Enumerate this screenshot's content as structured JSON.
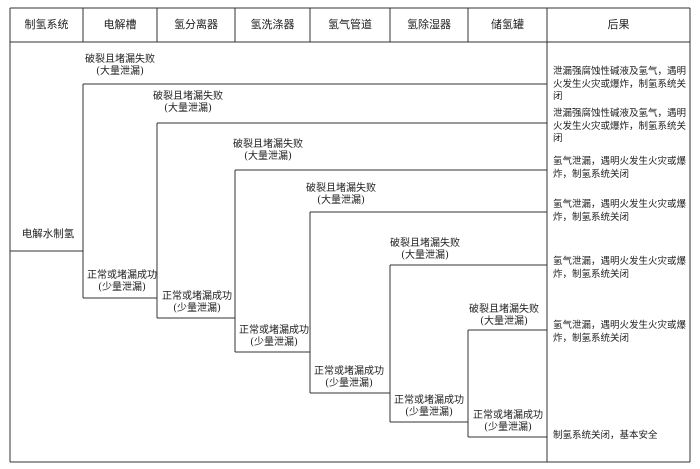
{
  "headers": [
    "制氢系统",
    "电解槽",
    "氢分离器",
    "氢洗涤器",
    "氢气管道",
    "氢除湿器",
    "储氢罐",
    "后果"
  ],
  "initiator": "电解水制氢",
  "failure_label": {
    "line1": "破裂且堵漏失败",
    "line2": "(大量泄漏)"
  },
  "success_label": {
    "line1": "正常或堵漏成功",
    "line2": "(少量泄漏)"
  },
  "outcomes": [
    "泄漏强腐蚀性碱液及氢气，遇明火发生火灾或爆炸，制氢系统关闭",
    "泄漏强腐蚀性碱液及氢气，遇明火发生火灾或爆炸，制氢系统关闭",
    "氢气泄漏，遇明火发生火灾或爆炸，制氢系统关闭",
    "氢气泄漏，遇明火发生火灾或爆炸，制氢系统关闭",
    "氢气泄漏，遇明火发生火灾或爆炸，制氢系统关闭",
    "氢气泄漏，遇明火发生火灾或爆炸，制氢系统关闭",
    "制氢系统关闭，基本安全"
  ]
}
